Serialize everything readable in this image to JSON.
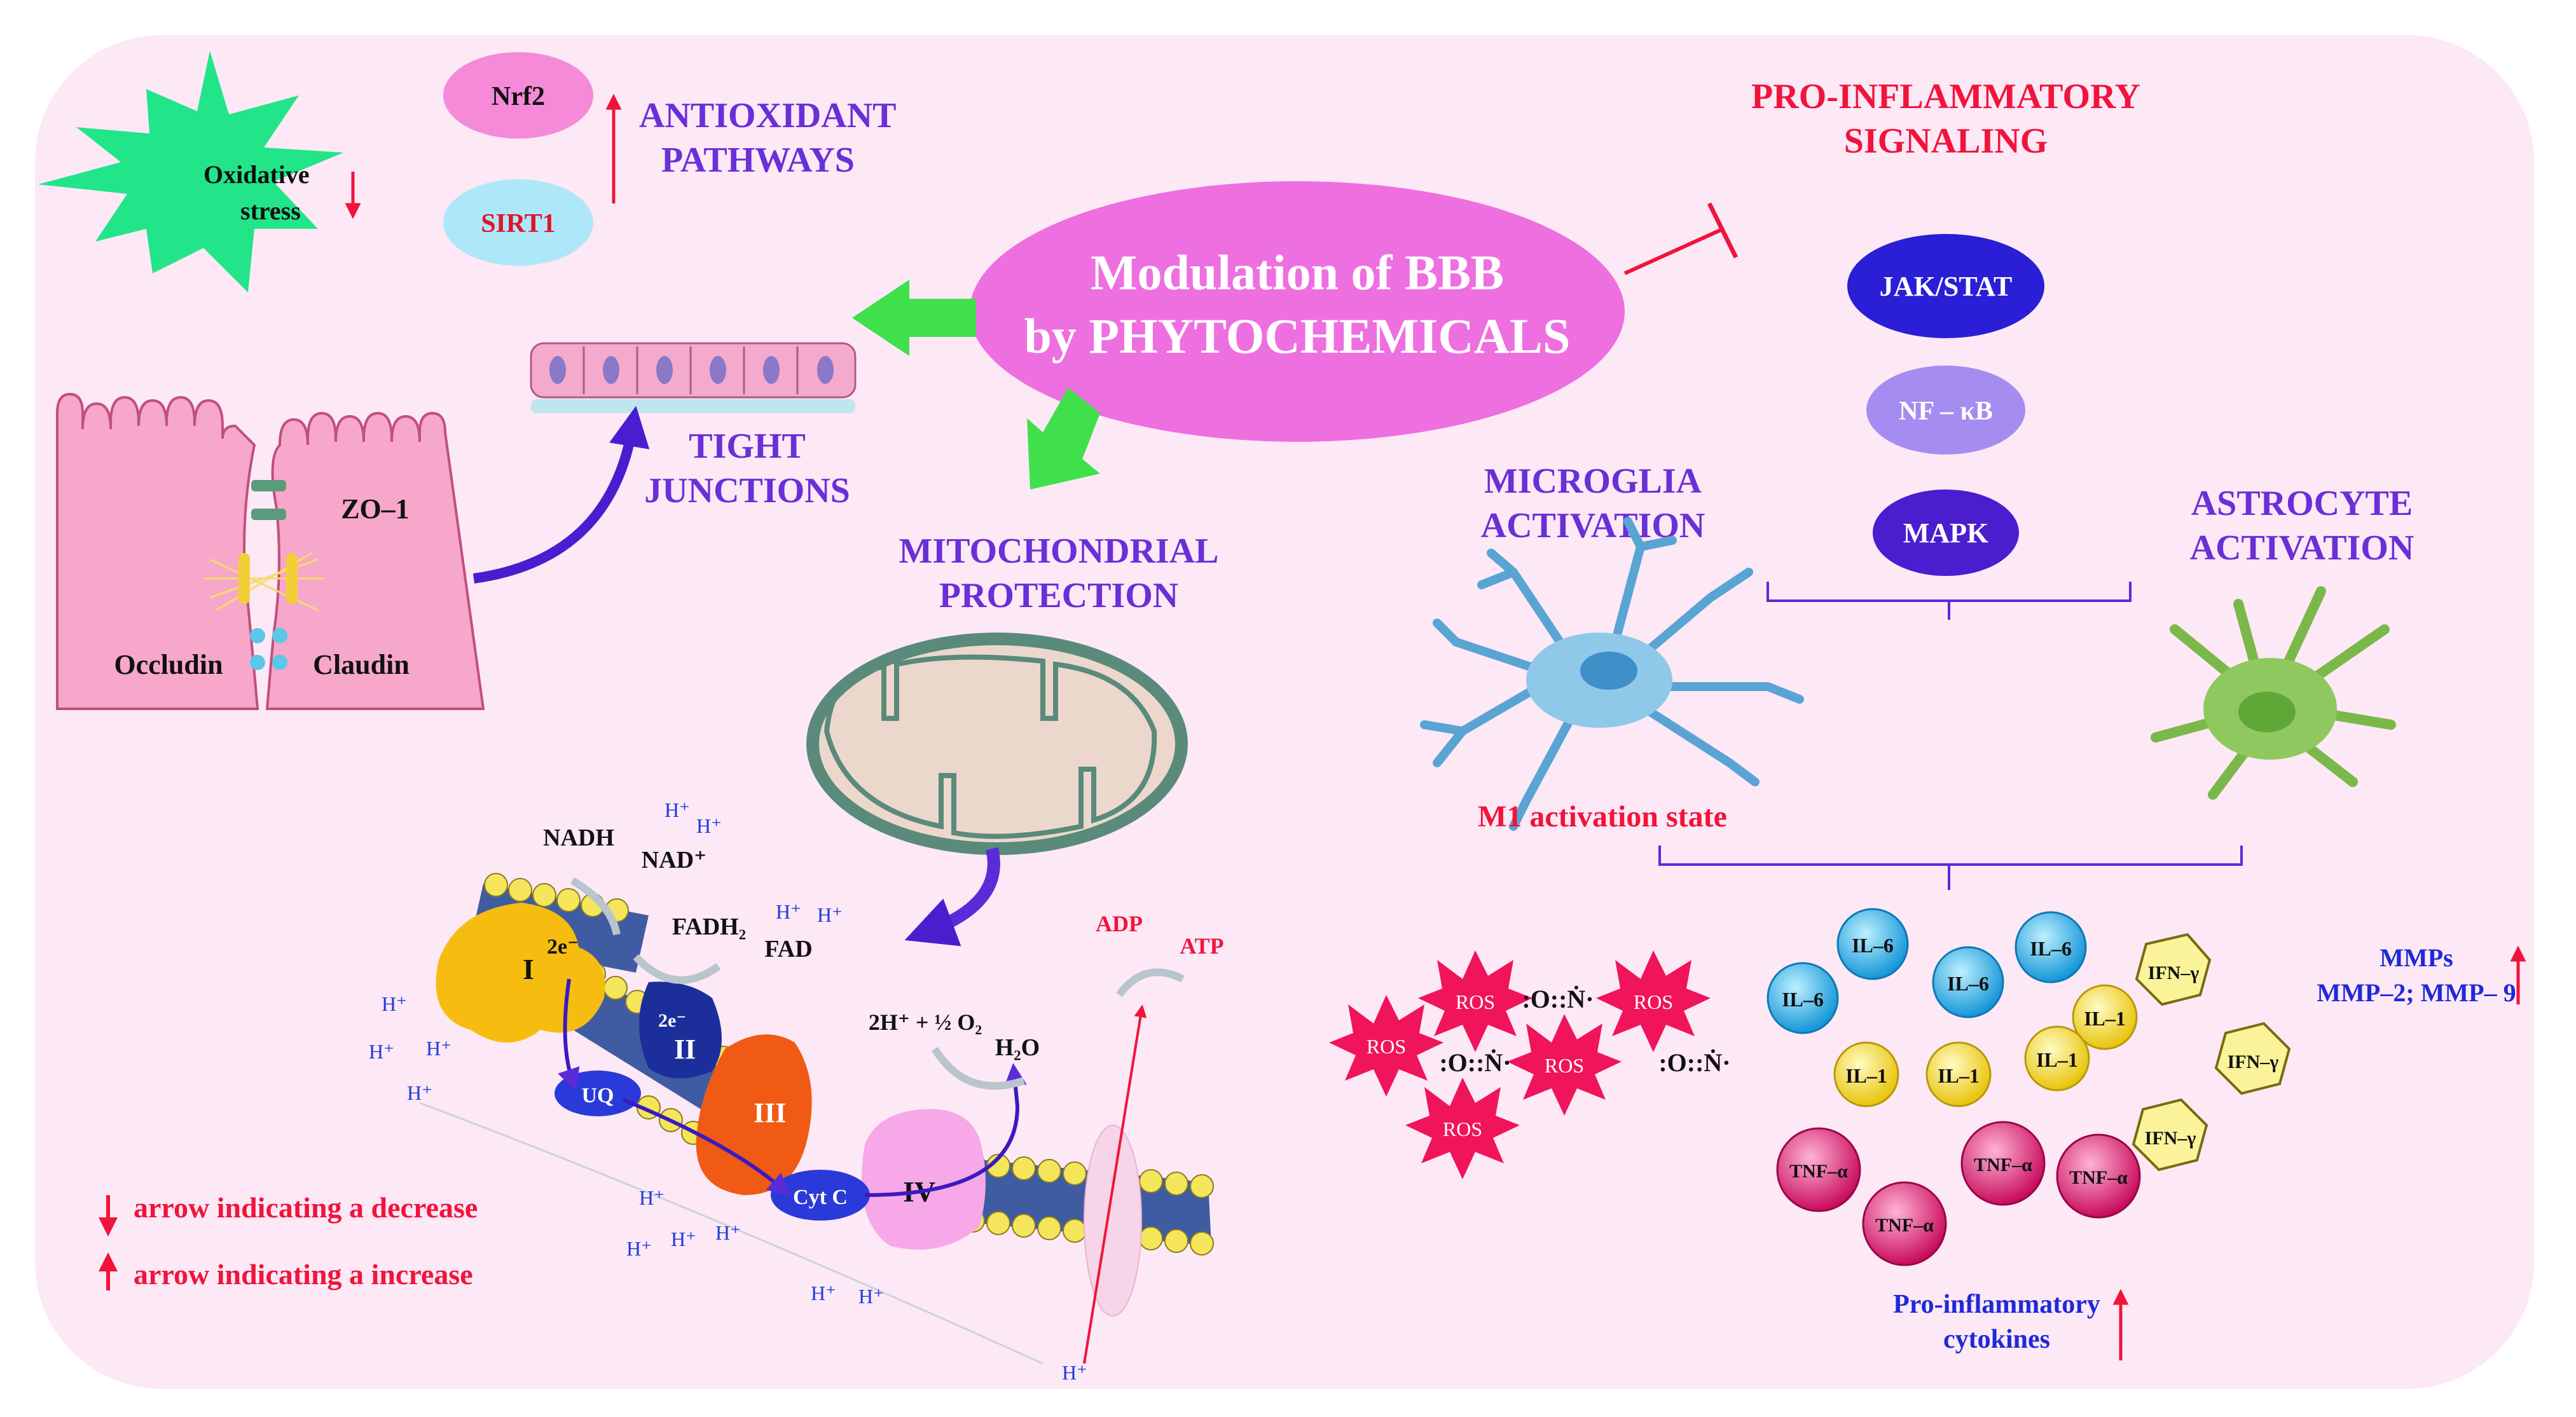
{
  "colors": {
    "panel_bg": "#fde8f6",
    "center_ellipse": "#ee6fe0",
    "green_arrow": "#3fe04c",
    "label_purple": "#6a2fd6",
    "label_red": "#f0143c",
    "jakstat": "#2a1ed6",
    "nfkb": "#a58cf0",
    "mapk": "#4a1dcf",
    "ros": "#f0145a",
    "il6": "#1fb5e8",
    "il1": "#f6e21e",
    "tnf": "#e8207a",
    "ifn": "#fbf39a",
    "microglia": "#8fc9ea",
    "astrocyte": "#8ec85e",
    "starburst": "#22e58a"
  },
  "center": {
    "line1": "Modulation of BBB",
    "line2": "by PHYTOCHEMICALS"
  },
  "antioxidant": {
    "starburst_line1": "Oxidative",
    "starburst_line2": "stress",
    "nrf2": "Nrf2",
    "sirt1": "SIRT1",
    "title_line1": "ANTIOXIDANT",
    "title_line2": "PATHWAYS"
  },
  "tight_junctions": {
    "title_line1": "TIGHT",
    "title_line2": "JUNCTIONS",
    "zo1": "ZO–1",
    "occludin": "Occludin",
    "claudin": "Claudin"
  },
  "mito": {
    "title_line1": "MITOCHONDRIAL",
    "title_line2": "PROTECTION",
    "nadh": "NADH",
    "nad": "NAD⁺",
    "fadh2": "FADH₂",
    "fad": "FAD",
    "complex_i": "I",
    "complex_ii": "II",
    "complex_iii": "III",
    "complex_iv": "IV",
    "uq": "UQ",
    "cytc": "Cyt C",
    "two_e": "2e⁻",
    "o2_reaction": "2H⁺ + ½ O₂",
    "h2o": "H₂O",
    "adp": "ADP",
    "atp": "ATP",
    "hplus": "H⁺"
  },
  "legend": {
    "decrease": "arrow indicating  a decrease",
    "increase": "arrow indicating  a increase"
  },
  "inflammation": {
    "title_line1": "PRO-INFLAMMATORY",
    "title_line2": "SIGNALING",
    "jakstat": "JAK/STAT",
    "nfkb": "NF – κB",
    "mapk": "MAPK",
    "microglia_line1": "MICROGLIA",
    "microglia_line2": "ACTIVATION",
    "astro_line1": "ASTROCYTE",
    "astro_line2": "ACTIVATION",
    "m1": "M1 activation state",
    "ros": "ROS",
    "no": ":O::Ṅ·",
    "il6": "IL–6",
    "il1": "IL–1",
    "tnf": "TNF–α",
    "ifn": "IFN–γ",
    "mmps_line1": "MMPs",
    "mmps_line2": "MMP–2; MMP– 9",
    "cytokines_line1": "Pro-inflammatory",
    "cytokines_line2": "cytokines"
  }
}
